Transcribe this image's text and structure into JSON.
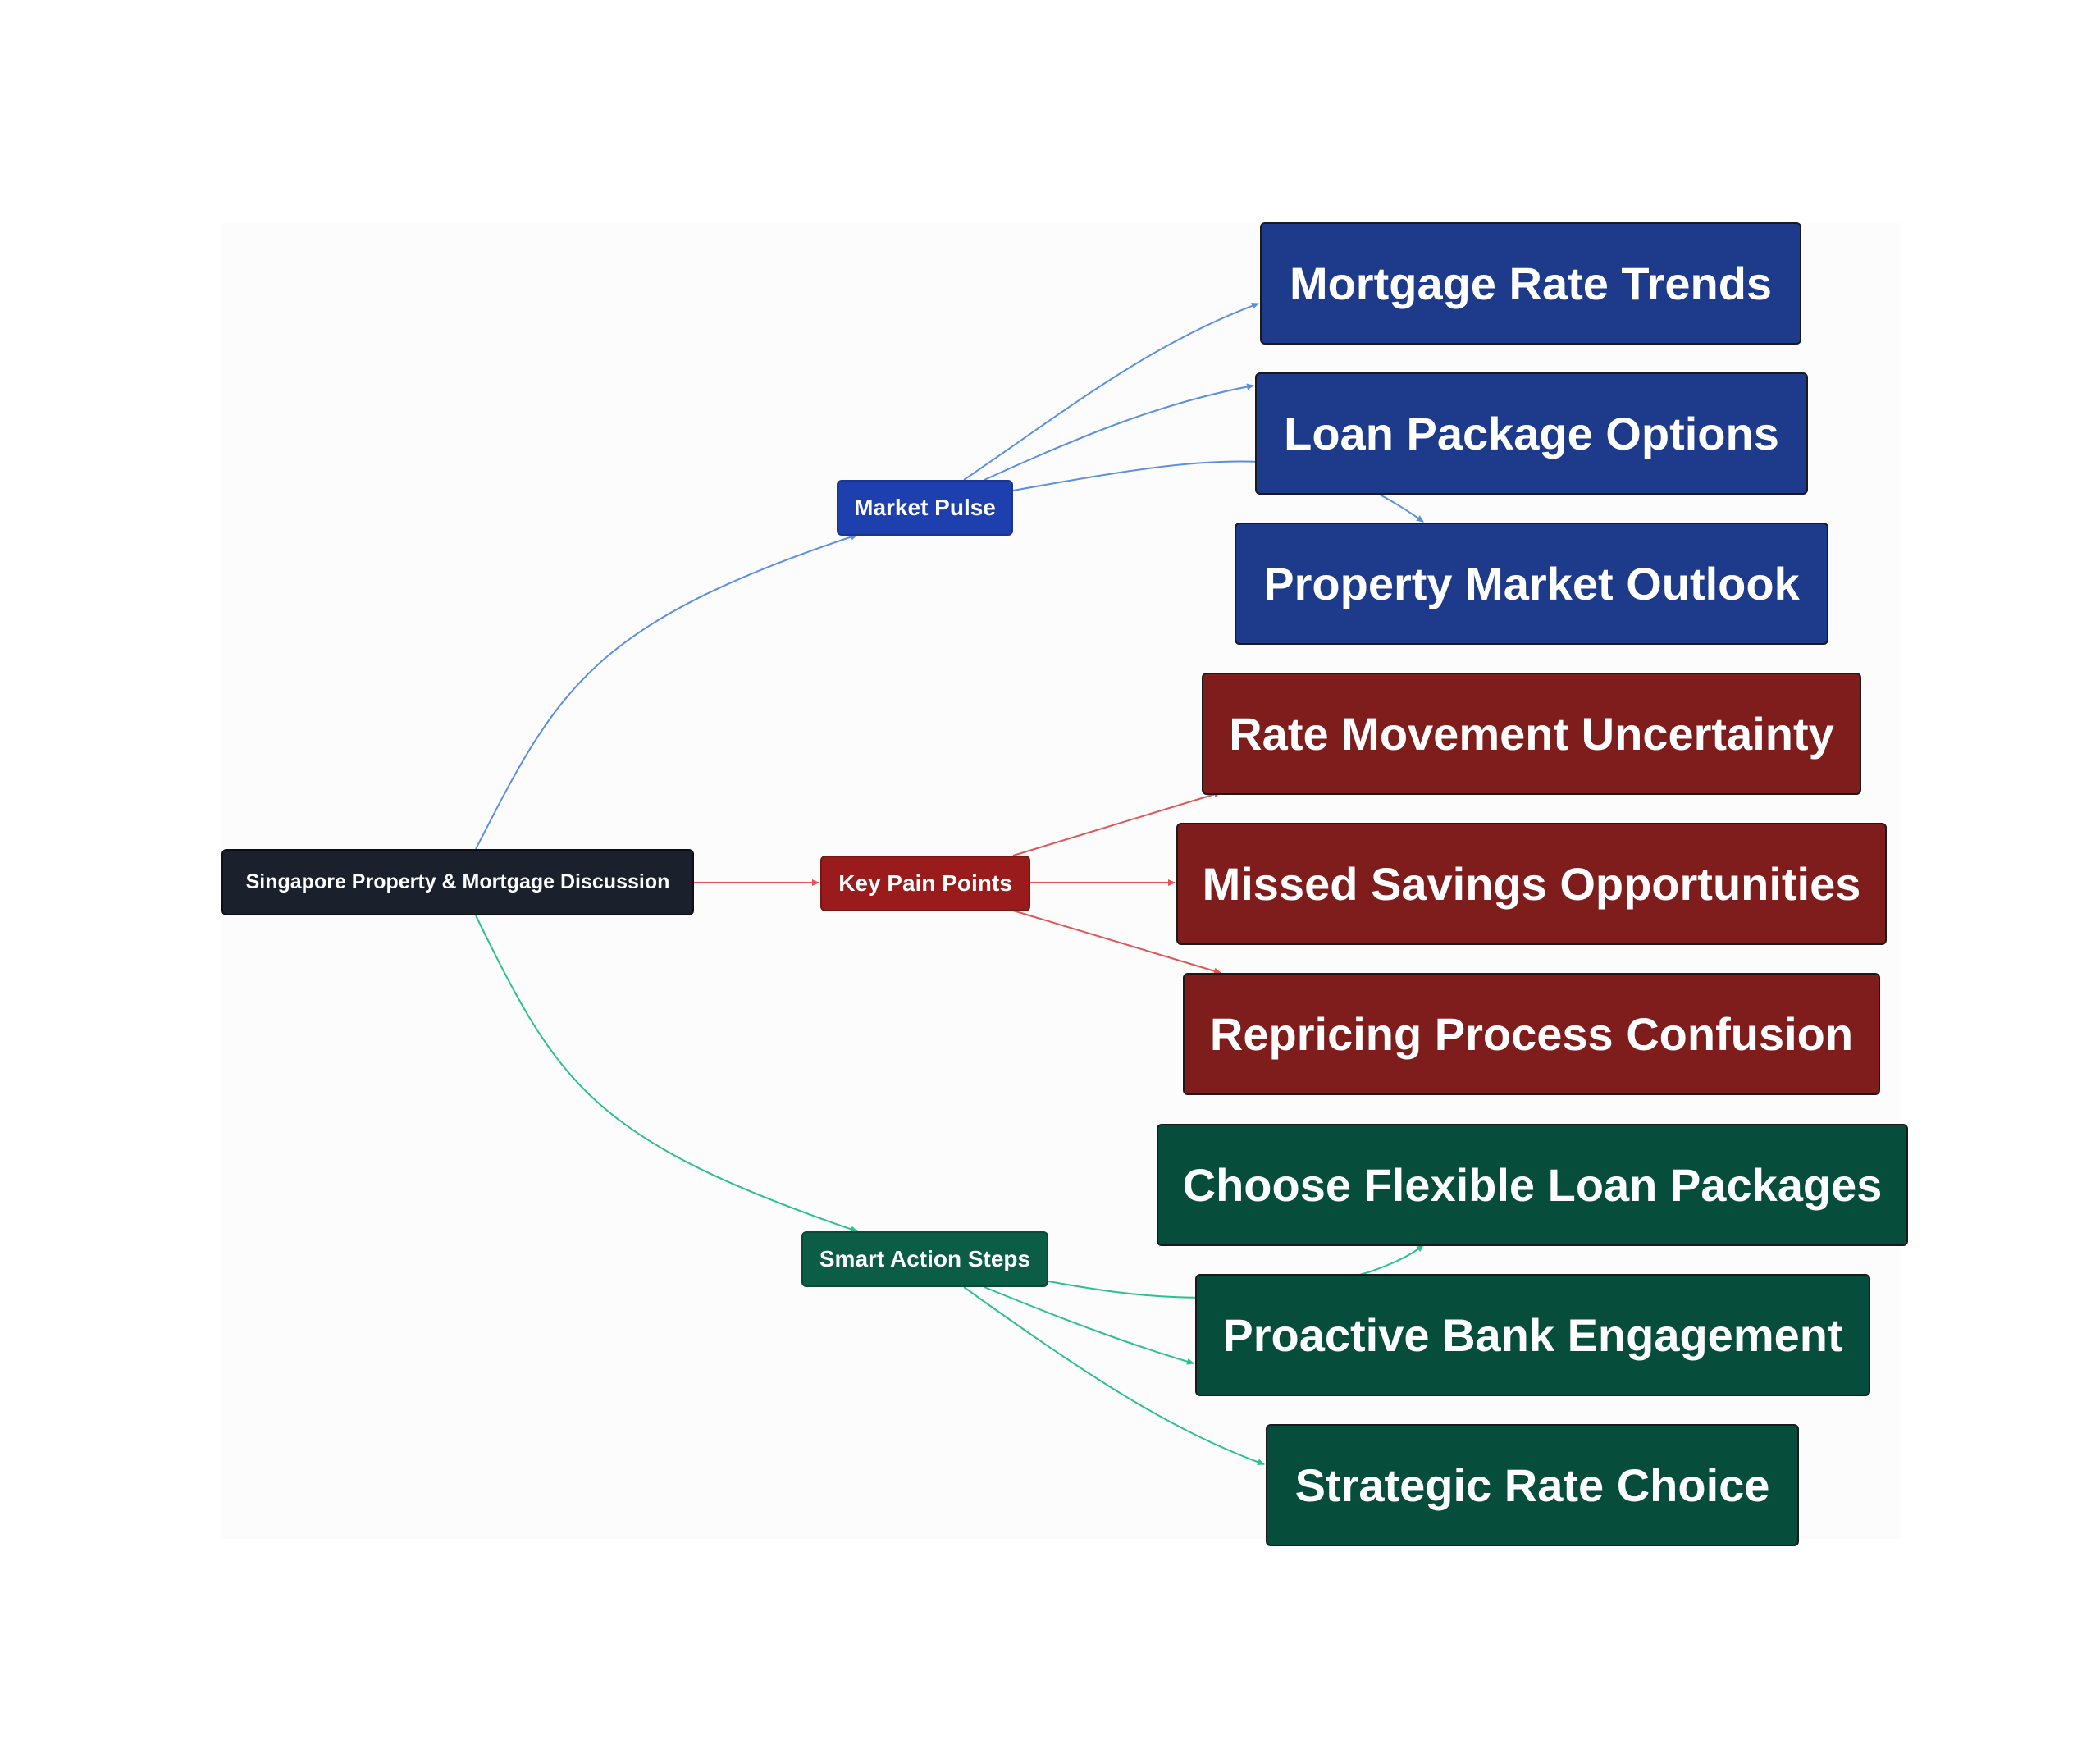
{
  "diagram": {
    "root": {
      "label": "Singapore Property & Mortgage Discussion"
    },
    "branches": [
      {
        "label": "Market Pulse",
        "color": "#1e40af",
        "edge_color": "#5b8fe0",
        "leaves": [
          "Mortgage Rate Trends",
          "Loan Package Options",
          "Property Market Outlook"
        ]
      },
      {
        "label": "Key Pain Points",
        "color": "#991b1b",
        "edge_color": "#e05555",
        "leaves": [
          "Rate Movement Uncertainty",
          "Missed Savings Opportunities",
          "Repricing Process Confusion"
        ]
      },
      {
        "label": "Smart Action Steps",
        "color": "#0b5e45",
        "edge_color": "#2bbf92",
        "leaves": [
          "Choose Flexible Loan Packages",
          "Proactive Bank Engagement",
          "Strategic Rate Choice"
        ]
      }
    ]
  }
}
